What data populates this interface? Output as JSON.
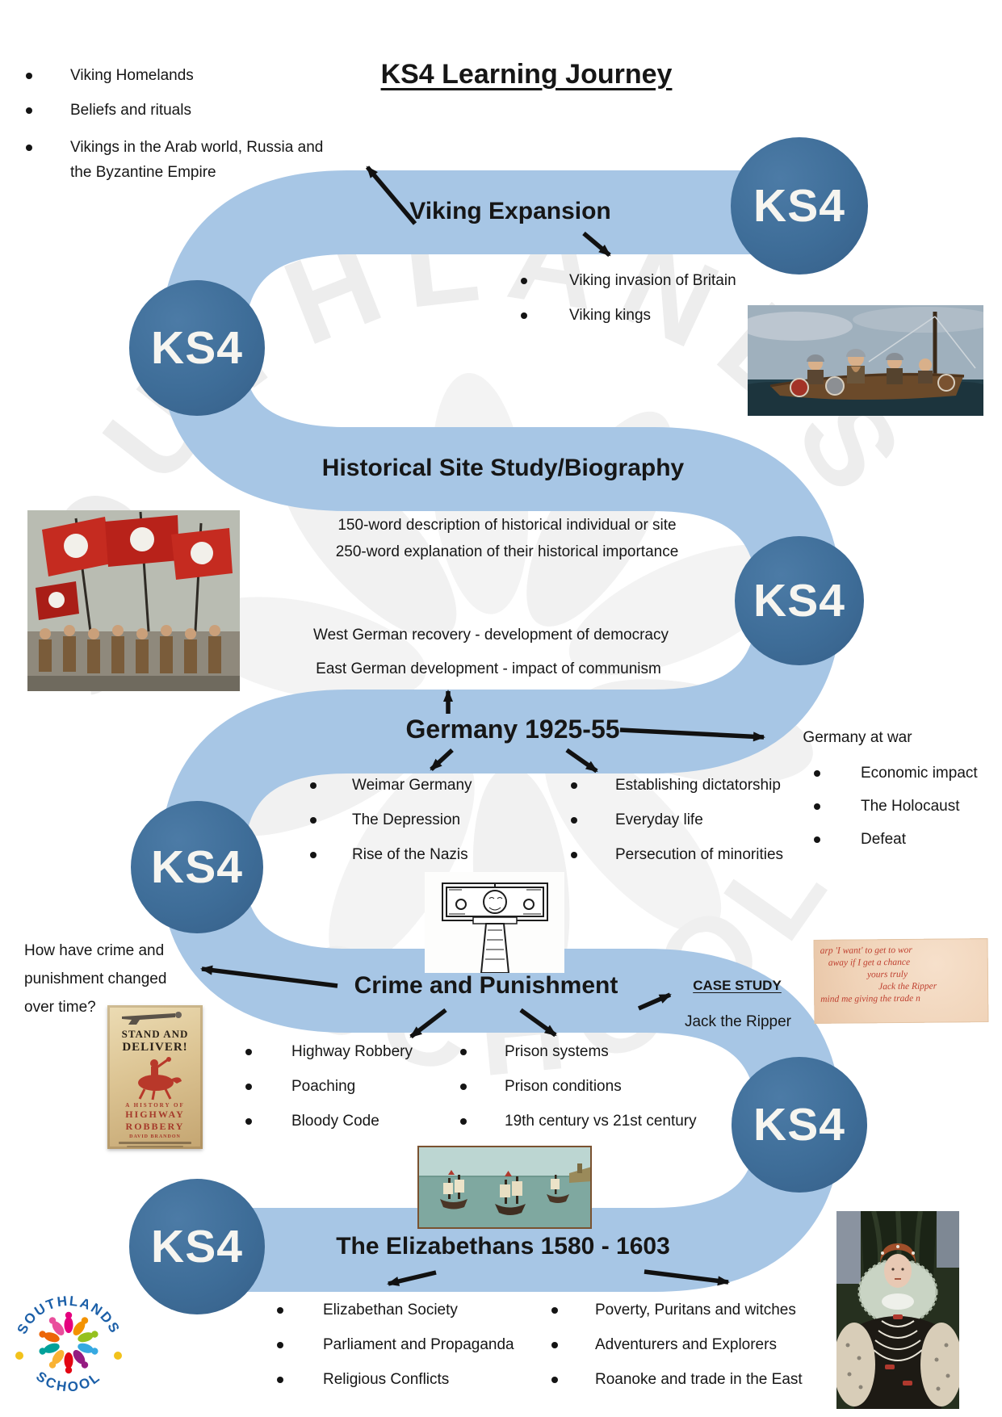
{
  "page": {
    "title": "KS4 Learning Journey"
  },
  "badge": {
    "label": "KS4"
  },
  "watermark": {
    "top": "SOUTHLANDS",
    "bottom": "SCHOOL"
  },
  "viking_prep": {
    "items": [
      "Viking Homelands",
      "Beliefs and rituals",
      "Vikings in the Arab world, Russia and the Byzantine Empire"
    ]
  },
  "viking_expansion": {
    "heading": "Viking Expansion",
    "items": [
      "Viking invasion of Britain",
      "Viking kings"
    ]
  },
  "site_study": {
    "heading": "Historical Site Study/Biography",
    "line1": "150-word description of historical individual or site",
    "line2": "250-word explanation of their historical importance"
  },
  "germany": {
    "pre1": "West German recovery - development of democracy",
    "pre2": "East German development - impact of communism",
    "heading": "Germany 1925-55",
    "col1": [
      "Weimar Germany",
      "The Depression",
      "Rise of the Nazis"
    ],
    "col2": [
      "Establishing dictatorship",
      "Everyday life",
      "Persecution of minorities"
    ],
    "side_heading": "Germany at war",
    "side_items": [
      "Economic impact",
      "The Holocaust",
      "Defeat"
    ]
  },
  "crime": {
    "question1": "How have crime and",
    "question2": "punishment changed",
    "question3": "over time?",
    "heading": "Crime and Punishment",
    "case_label": "CASE STUDY",
    "case_value": "Jack the Ripper",
    "col1": [
      "Highway Robbery",
      "Poaching",
      "Bloody Code"
    ],
    "col2": [
      "Prison systems",
      "Prison conditions",
      "19th century vs 21st century"
    ]
  },
  "elizabethans": {
    "heading": "The Elizabethans 1580 - 1603",
    "col1": [
      "Elizabethan Society",
      "Parliament and Propaganda",
      "Religious Conflicts"
    ],
    "col2": [
      "Poverty, Puritans and witches",
      "Adventurers and Explorers",
      "Roanoke and trade in the East"
    ]
  },
  "book_cover": {
    "title1": "STAND AND",
    "title2": "DELIVER!",
    "sub1": "A HISTORY OF",
    "sub2": "HIGHWAY",
    "sub3": "ROBBERY",
    "author": "DAVID BRANDON"
  },
  "ripper_letter": {
    "lines": [
      "arp  'I want' to get to wor",
      "away if I get a chance",
      "yours truly",
      "Jack the Ripper",
      "mind me giving the trade n"
    ]
  },
  "logo": {
    "top_text": "SOUTHLANDS",
    "bottom_text": "SCHOOL"
  },
  "colors": {
    "path_blue": "#a7c6e5",
    "badge_blue": "#3e6d98",
    "logo_blue": "#1b5fa8",
    "letter_red": "#bf4030",
    "book_red": "#a5392a",
    "text": "#161616"
  }
}
